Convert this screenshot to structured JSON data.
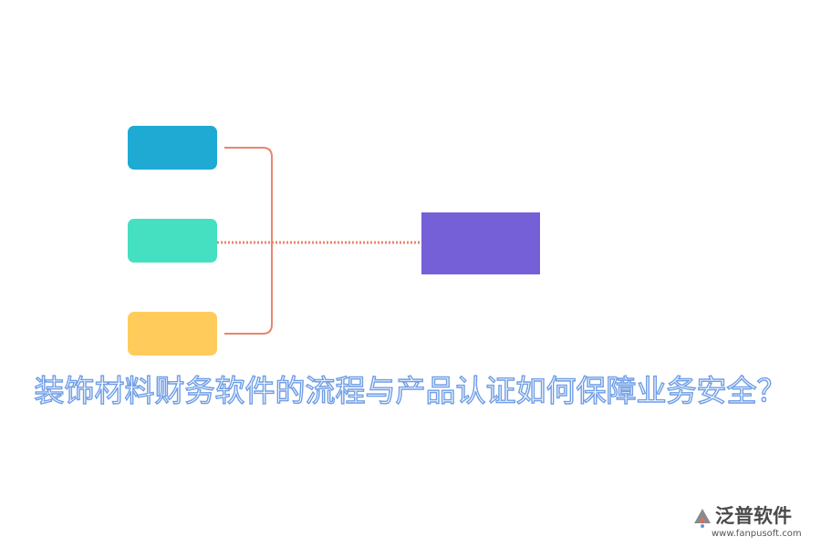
{
  "diagram": {
    "title": "装饰材料财务软件的流程与产品认证如何保障业务安全？",
    "nodes": [
      {
        "id": "node-blue",
        "label": "",
        "color": "#1eaad3"
      },
      {
        "id": "node-teal",
        "label": "",
        "color": "#45dfc1"
      },
      {
        "id": "node-yellow",
        "label": "",
        "color": "#ffcc5c"
      },
      {
        "id": "node-purple",
        "label": "",
        "color": "#7660d8"
      }
    ],
    "connector_color": "#e8866d"
  },
  "watermark": {
    "brand": "泛普软件",
    "url": "www.fanpusoft.com"
  }
}
